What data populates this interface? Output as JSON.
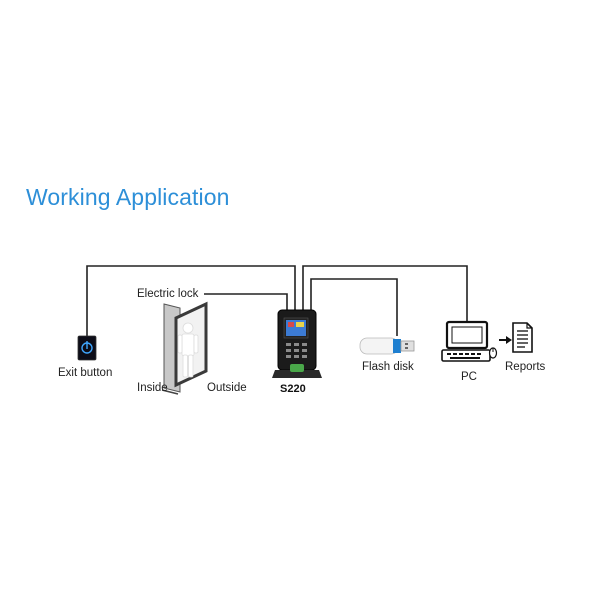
{
  "title": "Working Application",
  "labels": {
    "exit_button": "Exit button",
    "electric_lock": "Electric lock",
    "inside": "Inside",
    "outside": "Outside",
    "device": "S220",
    "flash_disk": "Flash disk",
    "pc": "PC",
    "reports": "Reports"
  },
  "colors": {
    "title": "#2d8fd8",
    "wire": "#222222",
    "usb_accent": "#1e7fd0",
    "exit_glow": "#3fa6ff"
  }
}
